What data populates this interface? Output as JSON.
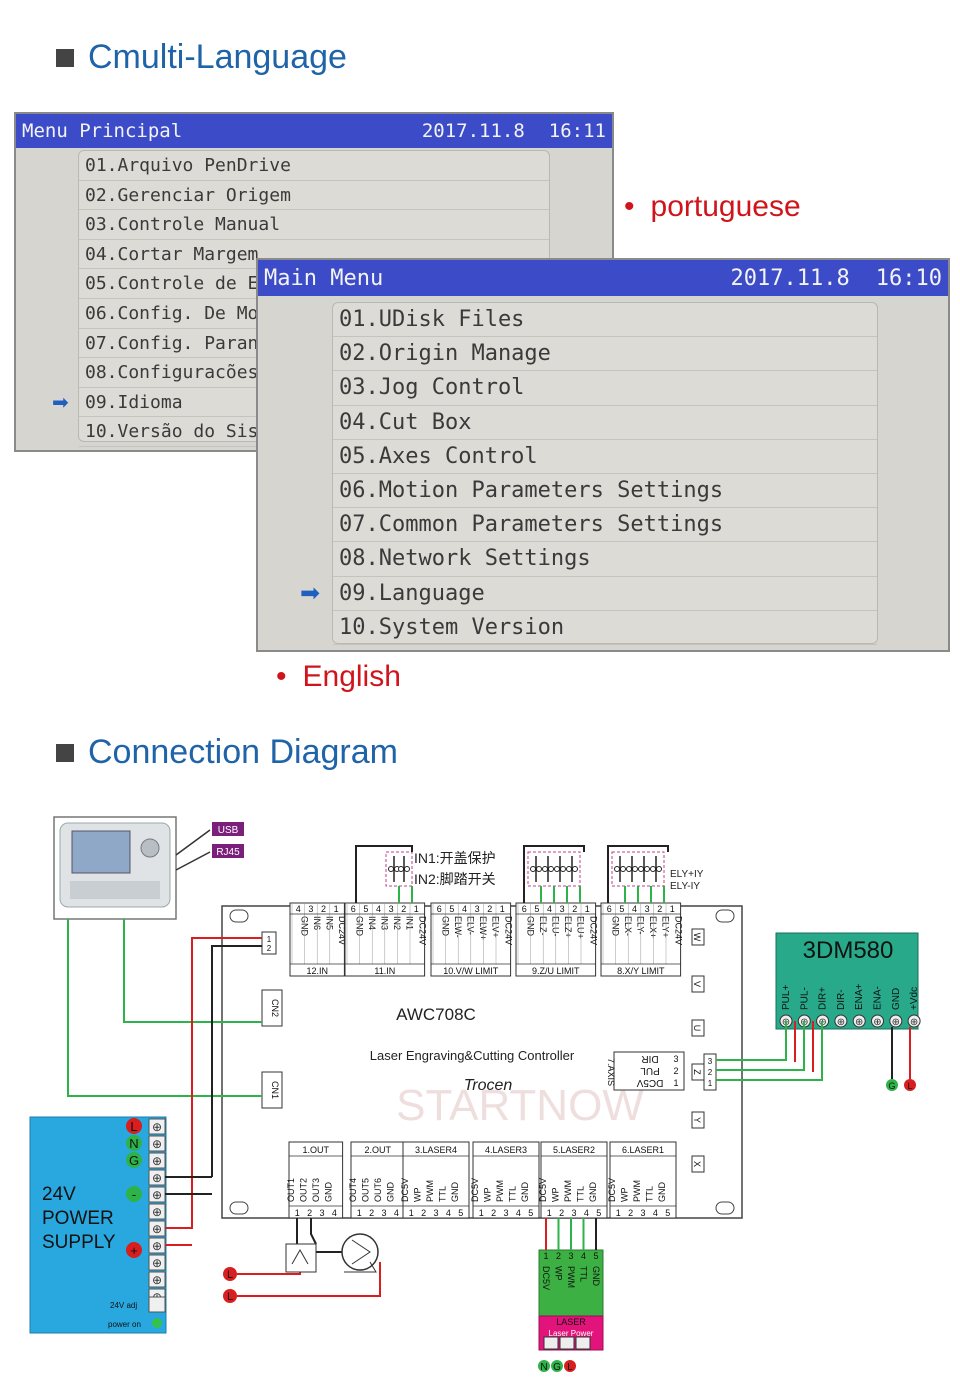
{
  "sections": {
    "language_title": "Cmulti-Language",
    "diagram_title": "Connection Diagram"
  },
  "labels": {
    "bullet": "•",
    "portuguese": "portuguese",
    "english": "English"
  },
  "screen_pt": {
    "title": "Menu Principal",
    "date": "2017.11.8",
    "time": "16:11",
    "items": [
      "01.Arquivo PenDrive",
      "02.Gerenciar Origem",
      "03.Controle Manual",
      "04.Cortar Margem",
      "05.Controle de E",
      "06.Config. De Mo",
      "07.Config. Paran",
      "08.Configuracões",
      "09.Idioma",
      "10.Versão do Sis"
    ],
    "selected_index": 8
  },
  "screen_en": {
    "title": "Main Menu",
    "date": "2017.11.8",
    "time": "16:10",
    "items": [
      "01.UDisk Files",
      "02.Origin Manage",
      "03.Jog Control",
      "04.Cut Box",
      "05.Axes Control",
      "06.Motion Parameters Settings",
      "07.Common Parameters Settings",
      "08.Network Settings",
      "09.Language",
      "10.System Version"
    ],
    "selected_index": 8
  },
  "watermark": "STARTNOW",
  "colors": {
    "title_blue": "#1f63a8",
    "label_red": "#d0141c",
    "lcd_bar": "#3c4cc9",
    "lcd_bg": "#d6d5d0",
    "wire_green": "#2db34a",
    "wire_red": "#d81e1e",
    "psu_blue": "#29a8e0",
    "driver_teal": "#27a98a",
    "laser_green": "#3cb043",
    "laser_pink": "#e2137a"
  },
  "diagram": {
    "tags": [
      "USB",
      "RJ45"
    ],
    "in_labels": [
      "IN1:开盖保护",
      "IN2:脚踏开关"
    ],
    "ely_labels": [
      "ELY+IY",
      "ELY-IY"
    ],
    "controller_model": "AWC708C",
    "controller_desc": "Laser Engraving&Cutting Controller",
    "brand": "Trocen",
    "side_ports": [
      "CN2",
      "CN1"
    ],
    "top_connectors": [
      {
        "name": "12.IN",
        "pins": [
          "4",
          "3",
          "2",
          "1"
        ],
        "signals": [
          "GND",
          "IN6",
          "IN5",
          "DC24V"
        ]
      },
      {
        "name": "11.IN",
        "pins": [
          "6",
          "5",
          "4",
          "3",
          "2",
          "1"
        ],
        "signals": [
          "GND",
          "IN4",
          "IN3",
          "IN2",
          "IN1",
          "DC24V"
        ]
      },
      {
        "name": "10.V/W LIMIT",
        "pins": [
          "6",
          "5",
          "4",
          "3",
          "2",
          "1"
        ],
        "signals": [
          "GND",
          "ELW-",
          "ELV-",
          "ELW+",
          "ELV+",
          "DC24V"
        ]
      },
      {
        "name": "9.Z/U LIMIT",
        "pins": [
          "6",
          "5",
          "4",
          "3",
          "2",
          "1"
        ],
        "signals": [
          "GND",
          "ELZ-",
          "ELU-",
          "ELZ+",
          "ELU+",
          "DC24V"
        ]
      },
      {
        "name": "8.X/Y LIMIT",
        "pins": [
          "6",
          "5",
          "4",
          "3",
          "2",
          "1"
        ],
        "signals": [
          "GND",
          "ELX-",
          "ELY-",
          "ELX+",
          "ELY+",
          "DC24V"
        ]
      }
    ],
    "bottom_connectors": [
      {
        "name": "1.OUT",
        "pins": [
          "1",
          "2",
          "3",
          "4"
        ],
        "signals": [
          "OUT1",
          "OUT2",
          "OUT3",
          "GND"
        ]
      },
      {
        "name": "2.OUT",
        "pins": [
          "1",
          "2",
          "3",
          "4"
        ],
        "signals": [
          "OUT4",
          "OUT5",
          "OUT6",
          "GND"
        ]
      },
      {
        "name": "3.LASER4",
        "pins": [
          "1",
          "2",
          "3",
          "4",
          "5"
        ],
        "signals": [
          "DC5V",
          "WP",
          "PWM",
          "TTL",
          "GND"
        ]
      },
      {
        "name": "4.LASER3",
        "pins": [
          "1",
          "2",
          "3",
          "4",
          "5"
        ],
        "signals": [
          "DC5V",
          "WP",
          "PWM",
          "TTL",
          "GND"
        ]
      },
      {
        "name": "5.LASER2",
        "pins": [
          "1",
          "2",
          "3",
          "4",
          "5"
        ],
        "signals": [
          "DC5V",
          "WP",
          "PWM",
          "TTL",
          "GND"
        ]
      },
      {
        "name": "6.LASER1",
        "pins": [
          "1",
          "2",
          "3",
          "4",
          "5"
        ],
        "signals": [
          "DC5V",
          "WP",
          "PWM",
          "TTL",
          "GND"
        ]
      }
    ],
    "axis_connector": {
      "name": "7.AXIS",
      "signals": [
        "DIR",
        "PUL",
        "DC5V"
      ],
      "pins": [
        "3",
        "2",
        "1"
      ]
    },
    "axis_letters": [
      "W",
      "V",
      "U",
      "Z",
      "Y",
      "X"
    ],
    "driver": {
      "name": "3DM580",
      "signals": [
        "PUL+",
        "PUL-",
        "DIR+",
        "DIR-",
        "ENA+",
        "ENA-",
        "GND",
        "+Vdc"
      ]
    },
    "power_supply": {
      "label_lines": [
        "24V",
        "POWER",
        "SUPPLY"
      ],
      "terminals": [
        "L",
        "N",
        "G",
        "-",
        "+"
      ],
      "adj_label": "24V adj",
      "power_on_label": "power on"
    },
    "laser_psu": {
      "pins": [
        "1",
        "2",
        "3",
        "4",
        "5"
      ],
      "signals": [
        "DC5V",
        "WP",
        "PWM",
        "TTL",
        "GND"
      ],
      "label": "LASER",
      "sublabel": "Laser Power",
      "terminals": [
        "N",
        "G",
        "L"
      ]
    },
    "mains_terminals": [
      "L",
      "L"
    ],
    "ps_terminal_text": [
      "1",
      "2"
    ]
  }
}
